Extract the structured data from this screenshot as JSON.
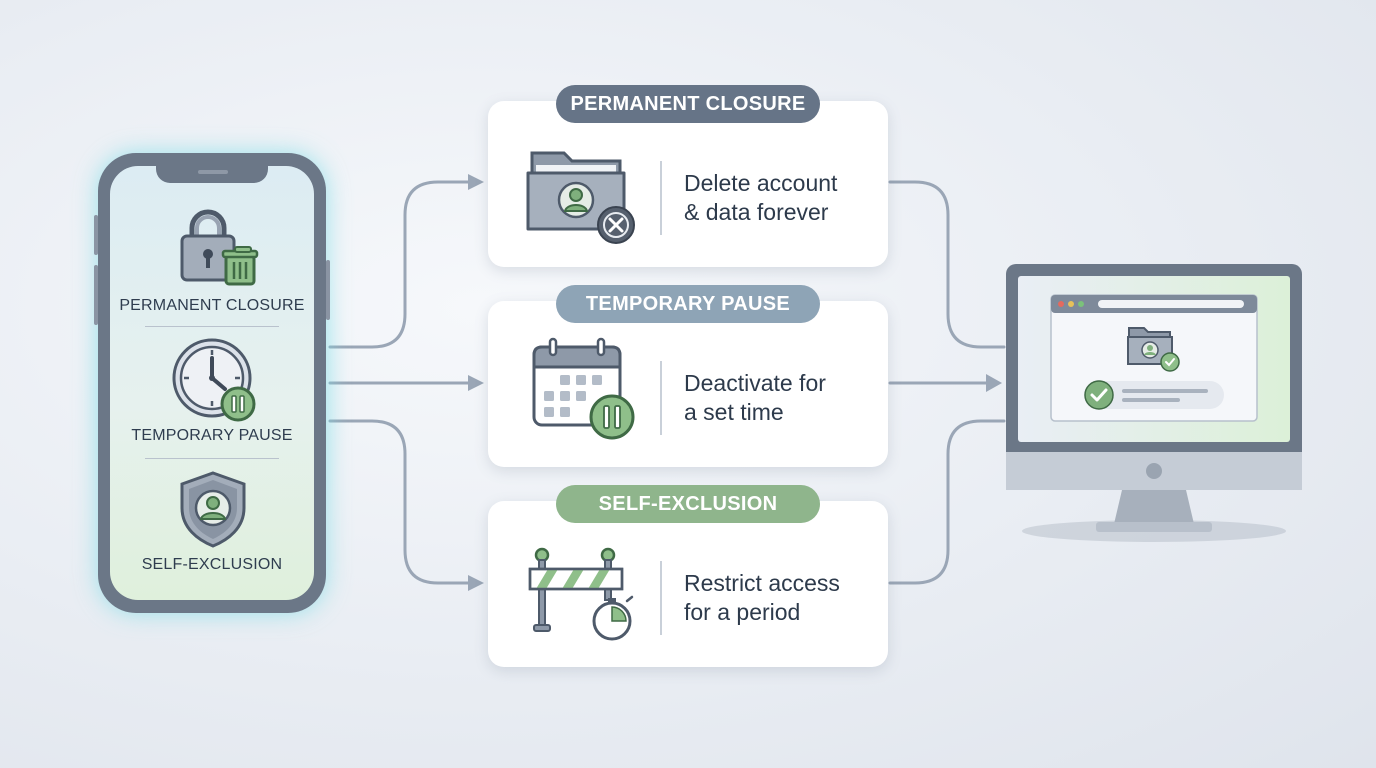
{
  "phone": {
    "items": [
      {
        "label": "PERMANENT CLOSURE",
        "icon": "lock-trash-icon"
      },
      {
        "label": "TEMPORARY PAUSE",
        "icon": "clock-pause-icon"
      },
      {
        "label": "SELF-EXCLUSION",
        "icon": "shield-user-icon"
      }
    ]
  },
  "cards": [
    {
      "title": "PERMANENT CLOSURE",
      "line1": "Delete account",
      "line2": "& data forever",
      "icon": "folder-user-delete-icon",
      "pill_color": "#667487"
    },
    {
      "title": "TEMPORARY PAUSE",
      "line1": "Deactivate for",
      "line2": "a set time",
      "icon": "calendar-pause-icon",
      "pill_color": "#8ea4b6"
    },
    {
      "title": "SELF-EXCLUSION",
      "line1": "Restrict access",
      "line2": "for a period",
      "icon": "barrier-stopwatch-icon",
      "pill_color": "#8fb58c"
    }
  ],
  "colors": {
    "slate": "#667487",
    "pause_blue": "#8ea4b6",
    "exclusion_green": "#8fb58c",
    "connector": "#9aa6b6",
    "text": "#2d3a4b"
  },
  "monitor": {
    "icon": "folder-user-check-icon",
    "status_icon": "check-circle-icon"
  }
}
